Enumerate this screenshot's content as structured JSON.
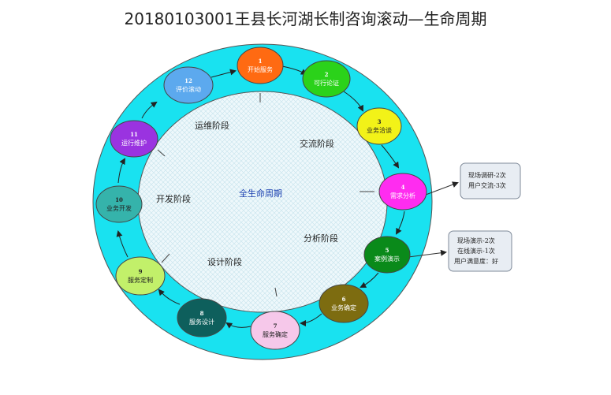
{
  "title": "20180103001王县长河湖长制咨询滚动—生命周期",
  "center_label": "全生命周期",
  "phases": [
    {
      "id": "ops",
      "label": "运维阶段"
    },
    {
      "id": "comm",
      "label": "交流阶段"
    },
    {
      "id": "analysis",
      "label": "分析阶段"
    },
    {
      "id": "design",
      "label": "设计阶段"
    },
    {
      "id": "dev",
      "label": "开发阶段"
    }
  ],
  "nodes": [
    {
      "num": "1",
      "label": "开始服务",
      "color": "#ff6a12",
      "text_color": "#ffffff"
    },
    {
      "num": "2",
      "label": "可行论证",
      "color": "#2bd21a",
      "text_color": "#ffffff"
    },
    {
      "num": "3",
      "label": "业务洽谈",
      "color": "#f2f218",
      "text_color": "#222222"
    },
    {
      "num": "4",
      "label": "需求分析",
      "color": "#ff2cf0",
      "text_color": "#ffffff"
    },
    {
      "num": "5",
      "label": "案例演示",
      "color": "#0a8a1a",
      "text_color": "#ffffff"
    },
    {
      "num": "6",
      "label": "业务确定",
      "color": "#7d6c10",
      "text_color": "#ffffff"
    },
    {
      "num": "7",
      "label": "服务确定",
      "color": "#f6c8ea",
      "text_color": "#222222"
    },
    {
      "num": "8",
      "label": "服务设计",
      "color": "#0e5f5c",
      "text_color": "#ffffff"
    },
    {
      "num": "9",
      "label": "服务定制",
      "color": "#c2f06a",
      "text_color": "#222222"
    },
    {
      "num": "10",
      "label": "业务开发",
      "color": "#35b3ab",
      "text_color": "#222222"
    },
    {
      "num": "11",
      "label": "运行维护",
      "color": "#9a33e0",
      "text_color": "#ffffff"
    },
    {
      "num": "12",
      "label": "评价滚动",
      "color": "#5ca9ee",
      "text_color": "#ffffff"
    }
  ],
  "notes": [
    {
      "lines": [
        "现场调研-2次",
        "用户交流-3次"
      ]
    },
    {
      "lines": [
        "现场演示-2次",
        "在线演示-1次",
        "用户满意度：好"
      ]
    }
  ],
  "colors": {
    "ring": "#19e2f0",
    "inner": "#e6f6fb",
    "note_fill": "#e8edf3",
    "note_stroke": "#7f8a99"
  }
}
